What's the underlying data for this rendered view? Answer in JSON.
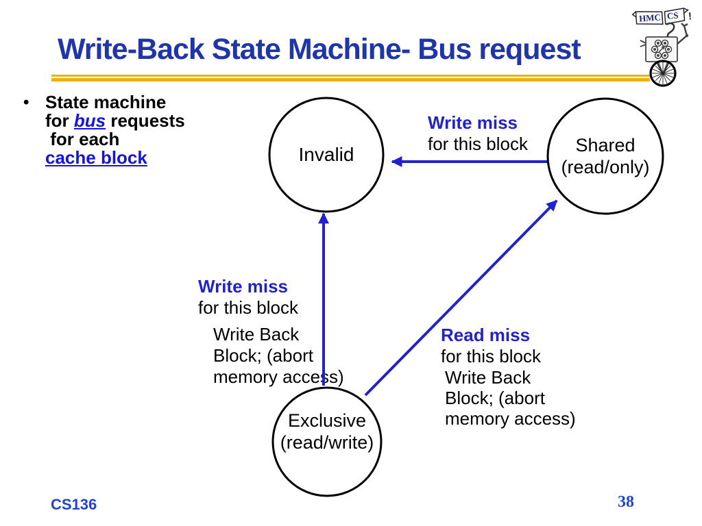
{
  "slide": {
    "title": "Write-Back State Machine- Bus request",
    "footer_left": "CS136",
    "page_number": "38"
  },
  "colors": {
    "title_blue": "#1F35A8",
    "link_blue": "#1313E8",
    "diagram_blue": "#2222CC",
    "gold": "#EEB111",
    "footer_blue": "#2244CC"
  },
  "bullet": {
    "marker": "•",
    "line1": "State machine",
    "line2_pre": "for ",
    "line2_link": "bus",
    "line2_post": " requests",
    "line3": " for each",
    "line4_link": "cache block"
  },
  "states": {
    "invalid": {
      "label": "Invalid"
    },
    "shared": {
      "label": "Shared",
      "sublabel": "(read/only)"
    },
    "exclusive": {
      "label": "Exclusive",
      "sublabel": "(read/write)"
    }
  },
  "edges": {
    "shared_to_invalid": {
      "title": "Write miss",
      "subtitle": "for this block"
    },
    "exclusive_to_invalid": {
      "title": "Write miss",
      "subtitle": "for this block",
      "action_line1": "Write Back",
      "action_line2": "Block; (abort",
      "action_line3": "memory access)"
    },
    "exclusive_to_shared": {
      "title": "Read miss",
      "subtitle": "for this block",
      "action_line1": "Write Back",
      "action_line2": "Block; (abort",
      "action_line3": "memory access)"
    }
  },
  "logo": {
    "text_hmc": "HMC",
    "text_cs": "CS",
    "exclaim": "!"
  }
}
